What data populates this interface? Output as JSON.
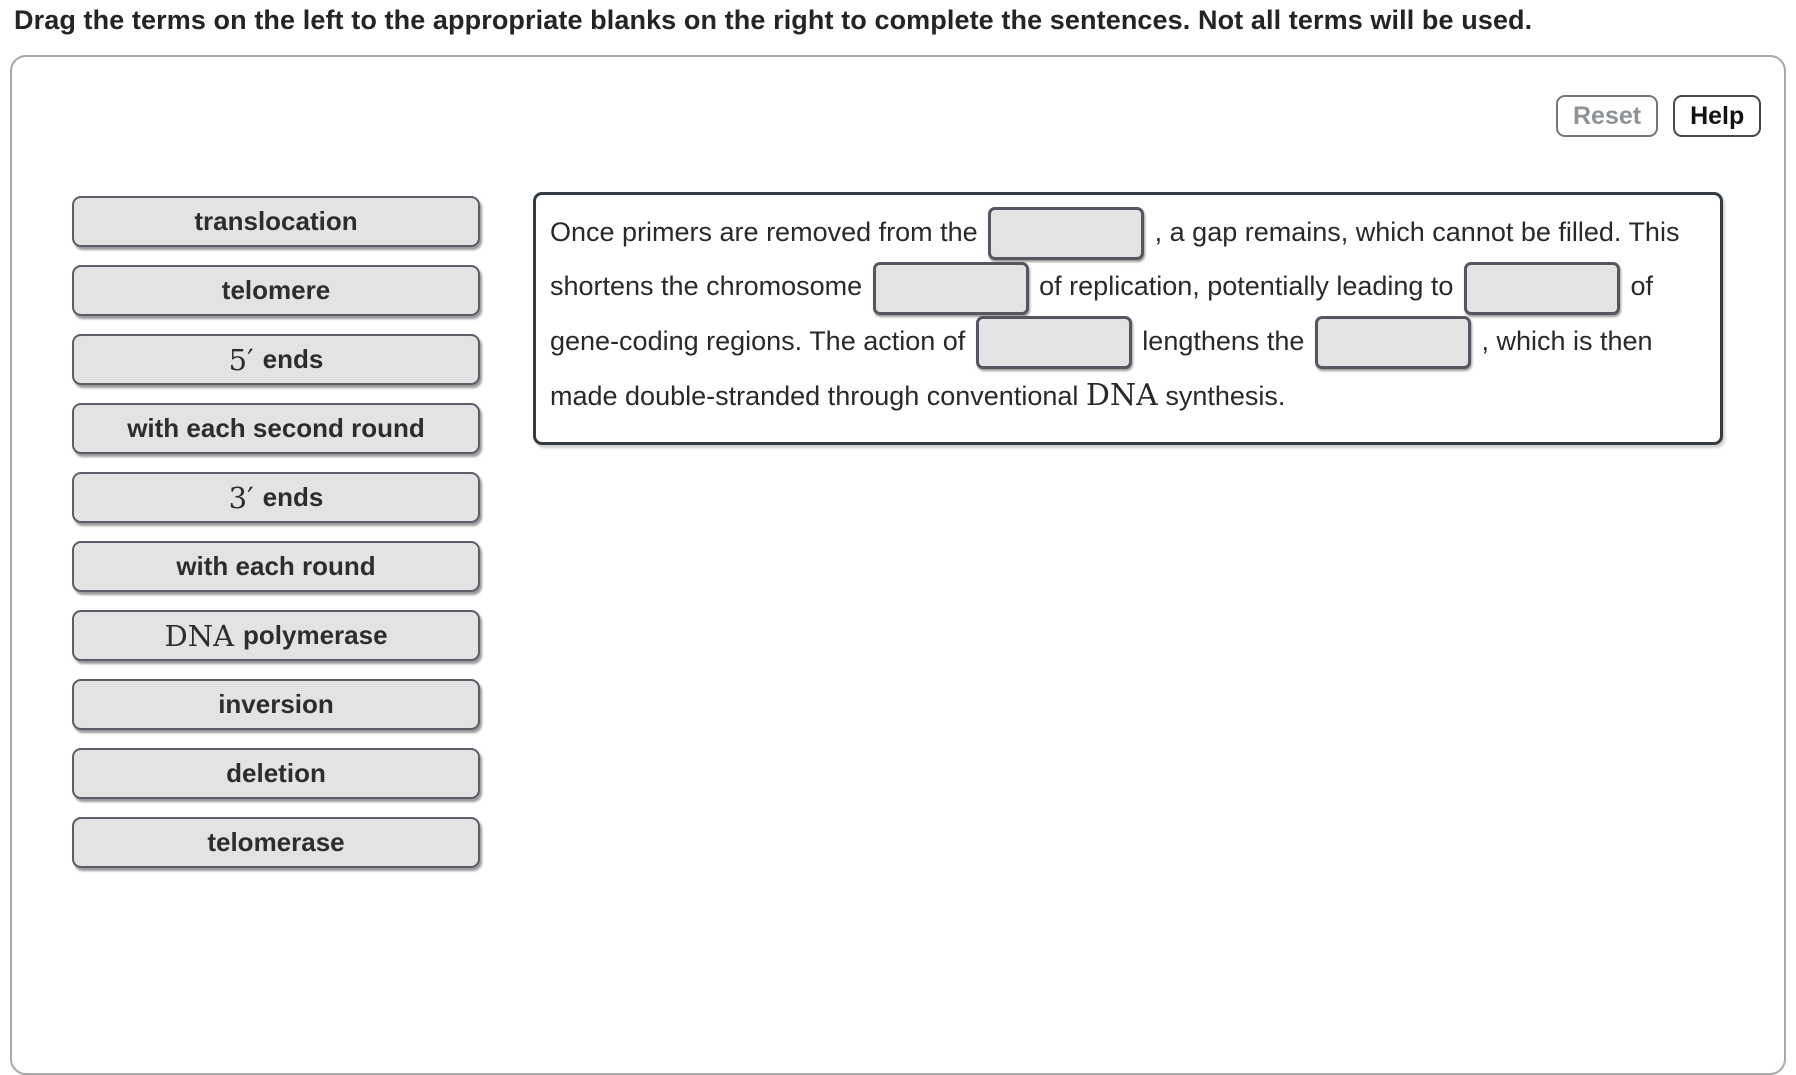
{
  "instruction": "Drag the terms on the left to the appropriate blanks on the right to complete the sentences. Not all terms will be used.",
  "toolbar": {
    "reset_label": "Reset",
    "help_label": "Help"
  },
  "colors": {
    "chip_background": "#e3e3e3",
    "chip_border": "#5d5d68",
    "sentence_box_border": "#343b41",
    "panel_border": "#a9a9a9",
    "reset_text": "#8d9297",
    "help_text": "#101213"
  },
  "terms": [
    {
      "label": "translocation"
    },
    {
      "label": "telomere"
    },
    {
      "math": "5′",
      "label": "ends"
    },
    {
      "label": "with each second round"
    },
    {
      "math": "3′",
      "label": "ends"
    },
    {
      "label": "with each round"
    },
    {
      "math": "DNA",
      "label": "polymerase"
    },
    {
      "label": "inversion"
    },
    {
      "label": "deletion"
    },
    {
      "label": "telomerase"
    }
  ],
  "sentence": {
    "segments": [
      {
        "text": "Once primers are removed from the "
      },
      {
        "blank": true
      },
      {
        "text": " , a gap remains, which cannot be filled. This shortens the chromosome "
      },
      {
        "blank": true
      },
      {
        "text": " of replication, potentially leading to "
      },
      {
        "blank": true
      },
      {
        "text": " of gene-coding regions. The action of "
      },
      {
        "blank": true
      },
      {
        "text": " lengthens the "
      },
      {
        "blank": true
      },
      {
        "text": " , which is then made double-stranded through conventional "
      },
      {
        "text": "DNA",
        "math": true
      },
      {
        "text": " synthesis."
      }
    ]
  }
}
